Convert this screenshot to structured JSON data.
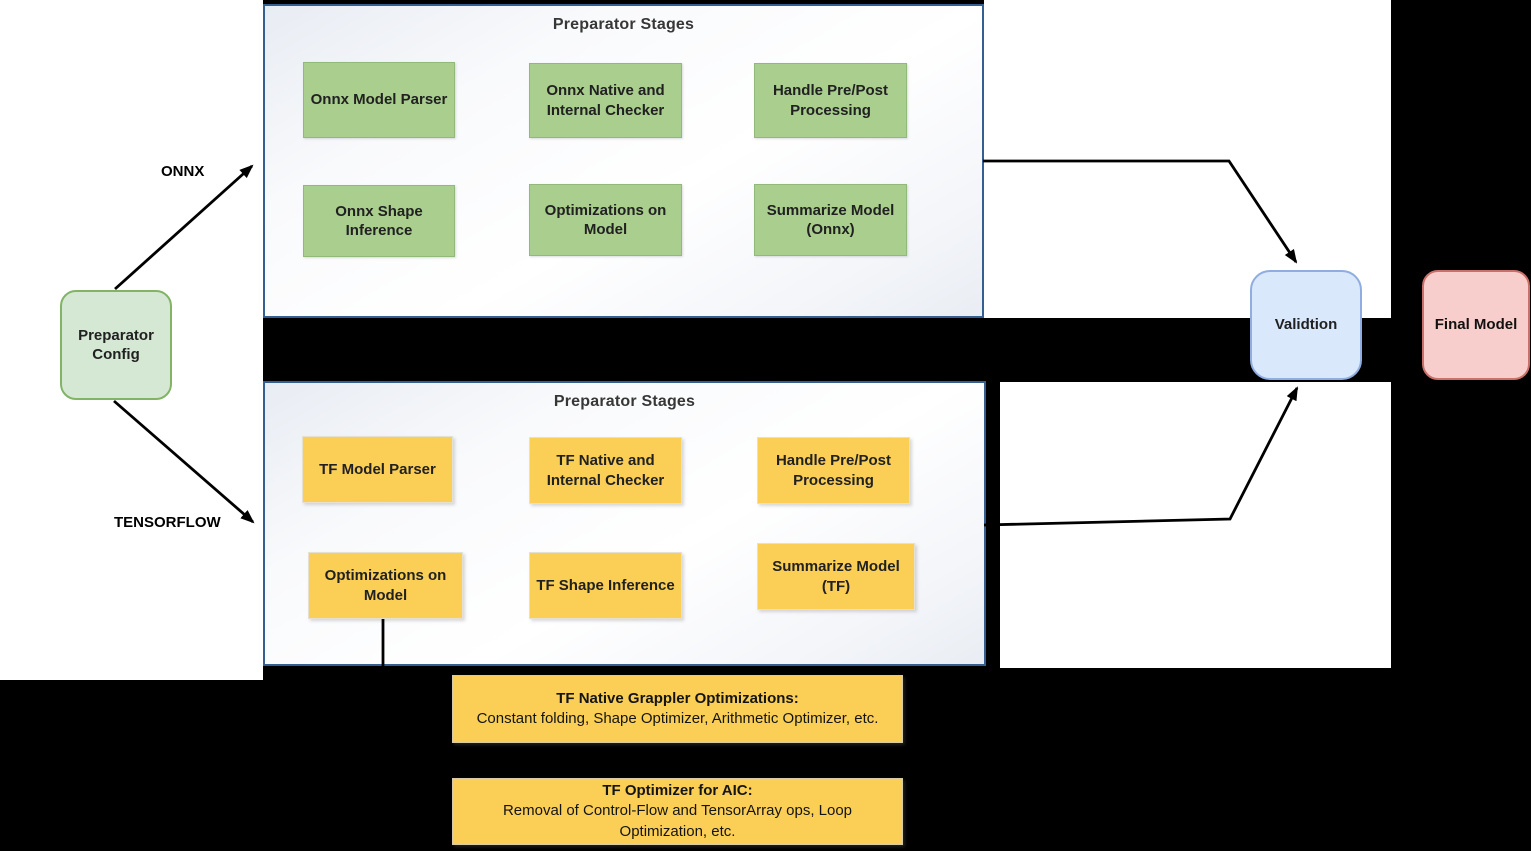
{
  "config_box": {
    "label": "Preparator Config"
  },
  "branches": {
    "onnx_label": "ONNX",
    "tensorflow_label": "TENSORFLOW"
  },
  "onnx_panel": {
    "title": "Preparator Stages",
    "stages": [
      "Onnx Model Parser",
      "Onnx Native and Internal Checker",
      "Handle Pre/Post Processing",
      "Onnx Shape Inference",
      "Optimizations on Model",
      "Summarize Model (Onnx)"
    ]
  },
  "tf_panel": {
    "title": "Preparator Stages",
    "stages": [
      "TF Model Parser",
      "TF Native and Internal Checker",
      "Handle Pre/Post Processing",
      "Optimizations on Model",
      "TF Shape Inference",
      "Summarize Model (TF)"
    ]
  },
  "validation_box": {
    "label": "Validtion"
  },
  "final_model_box": {
    "label": "Final Model"
  },
  "notes": [
    {
      "title": "TF Native Grappler Optimizations:",
      "body": "Constant folding, Shape Optimizer, Arithmetic Optimizer, etc."
    },
    {
      "title": "TF Optimizer for AIC:",
      "body": "Removal of Control-Flow and TensorArray ops, Loop Optimization, etc."
    }
  ],
  "colors": {
    "background": "#000000",
    "panel_border": "#365f91",
    "onnx_stage_fill": "#a9ce8e",
    "tf_stage_fill": "#fbcf56",
    "config_fill": "#d5e8d4",
    "config_border": "#82b366",
    "validation_fill": "#dae8fc",
    "validation_border": "#8fade0",
    "final_model_fill": "#f8cecc",
    "final_model_border": "#c9706a",
    "arrow": "#000000"
  }
}
